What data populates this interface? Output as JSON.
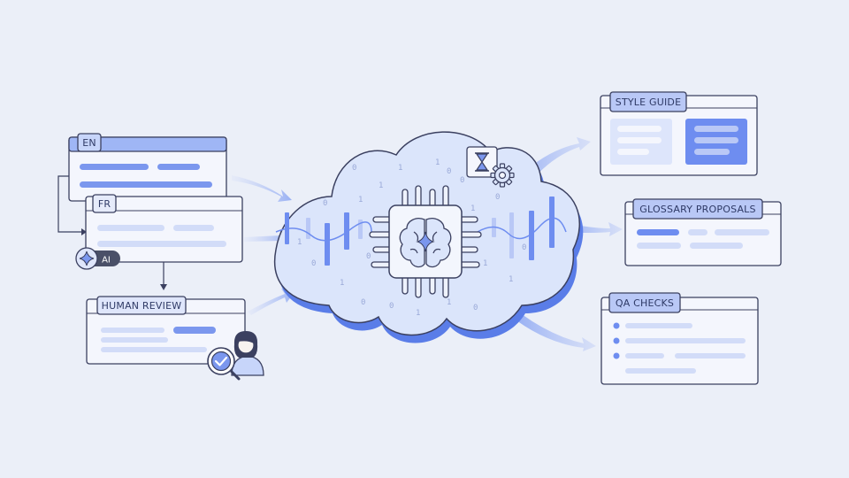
{
  "source_panels": {
    "en_tag": "EN",
    "fr_tag": "FR",
    "ai_badge": "AI",
    "review_label": "HUMAN REVIEW"
  },
  "output_panels": {
    "style_guide_label": "STYLE GUIDE",
    "glossary_label": "GLOSSARY PROPOSALS",
    "qa_label": "QA CHECKS"
  },
  "cloud": {
    "binary_digits": [
      "0",
      "1",
      "1",
      "0",
      "0",
      "1",
      "1",
      "0",
      "0",
      "1",
      "0",
      "1",
      "1",
      "0",
      "0",
      "1",
      "1",
      "0",
      "0",
      "1",
      "0",
      "1"
    ]
  },
  "colors": {
    "background": "#ebeff8",
    "ink": "#3b4060",
    "accent": "#6e8df0",
    "accent_soft": "#b9c8f6",
    "panel_fill": "#f4f6fd",
    "cloud_fill": "#dbe5fb",
    "cloud_shadow": "#5a7de8"
  }
}
